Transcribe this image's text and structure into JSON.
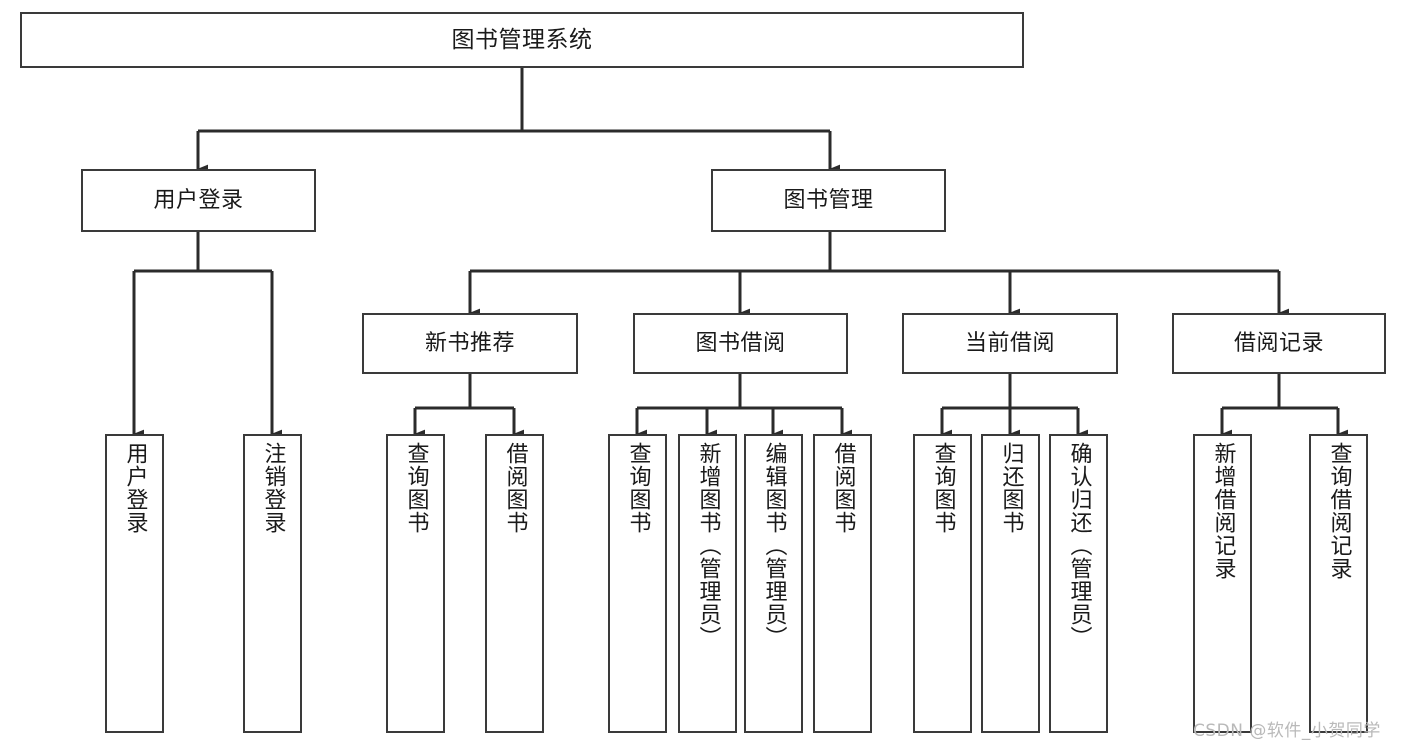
{
  "diagram": {
    "title": "图书管理系统",
    "type": "tree-hierarchy-diagram",
    "colors": {
      "box_border": "#3a3a3a",
      "box_fill": "#ffffff",
      "connector": "#2b2b2b",
      "text": "#1a1a1a",
      "watermark": "#b9b9b9",
      "background": "#ffffff"
    },
    "root": {
      "label": "图书管理系统"
    },
    "level2": [
      {
        "label": "用户登录"
      },
      {
        "label": "图书管理"
      }
    ],
    "level3": [
      {
        "label": "新书推荐"
      },
      {
        "label": "图书借阅"
      },
      {
        "label": "当前借阅"
      },
      {
        "label": "借阅记录"
      }
    ],
    "leaves": {
      "user_login": [
        {
          "label": "用户登录"
        },
        {
          "label": "注销登录"
        }
      ],
      "new_book_recommend": [
        {
          "label": "查询图书"
        },
        {
          "label": "借阅图书"
        }
      ],
      "book_borrow": [
        {
          "label": "查询图书"
        },
        {
          "label": "新增图书（管理员）"
        },
        {
          "label": "编辑图书（管理员）"
        },
        {
          "label": "借阅图书"
        }
      ],
      "current_borrow": [
        {
          "label": "查询图书"
        },
        {
          "label": "归还图书"
        },
        {
          "label": "确认归还（管理员）"
        }
      ],
      "borrow_record": [
        {
          "label": "新增借阅记录"
        },
        {
          "label": "查询借阅记录"
        }
      ]
    },
    "watermark": "CSDN @软件_小贺同学"
  }
}
